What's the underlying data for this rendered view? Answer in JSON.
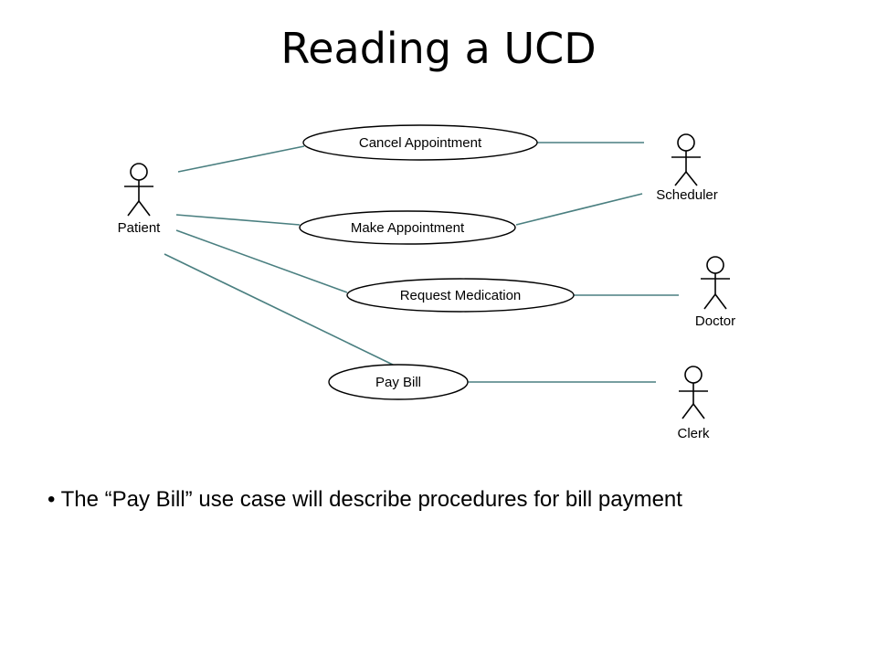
{
  "slide": {
    "title": "Reading a UCD",
    "bullet": "•",
    "bullet_text": "The “Pay Bill” use case will describe procedures for bill payment"
  },
  "diagram": {
    "actors": {
      "patient": "Patient",
      "scheduler": "Scheduler",
      "doctor": "Doctor",
      "clerk": "Clerk"
    },
    "use_cases": {
      "cancel": "Cancel Appointment",
      "make": "Make Appointment",
      "request": "Request Medication",
      "pay": "Pay Bill"
    },
    "colors": {
      "line": "#4a7f80",
      "shape": "#000000",
      "text": "#000000"
    }
  }
}
